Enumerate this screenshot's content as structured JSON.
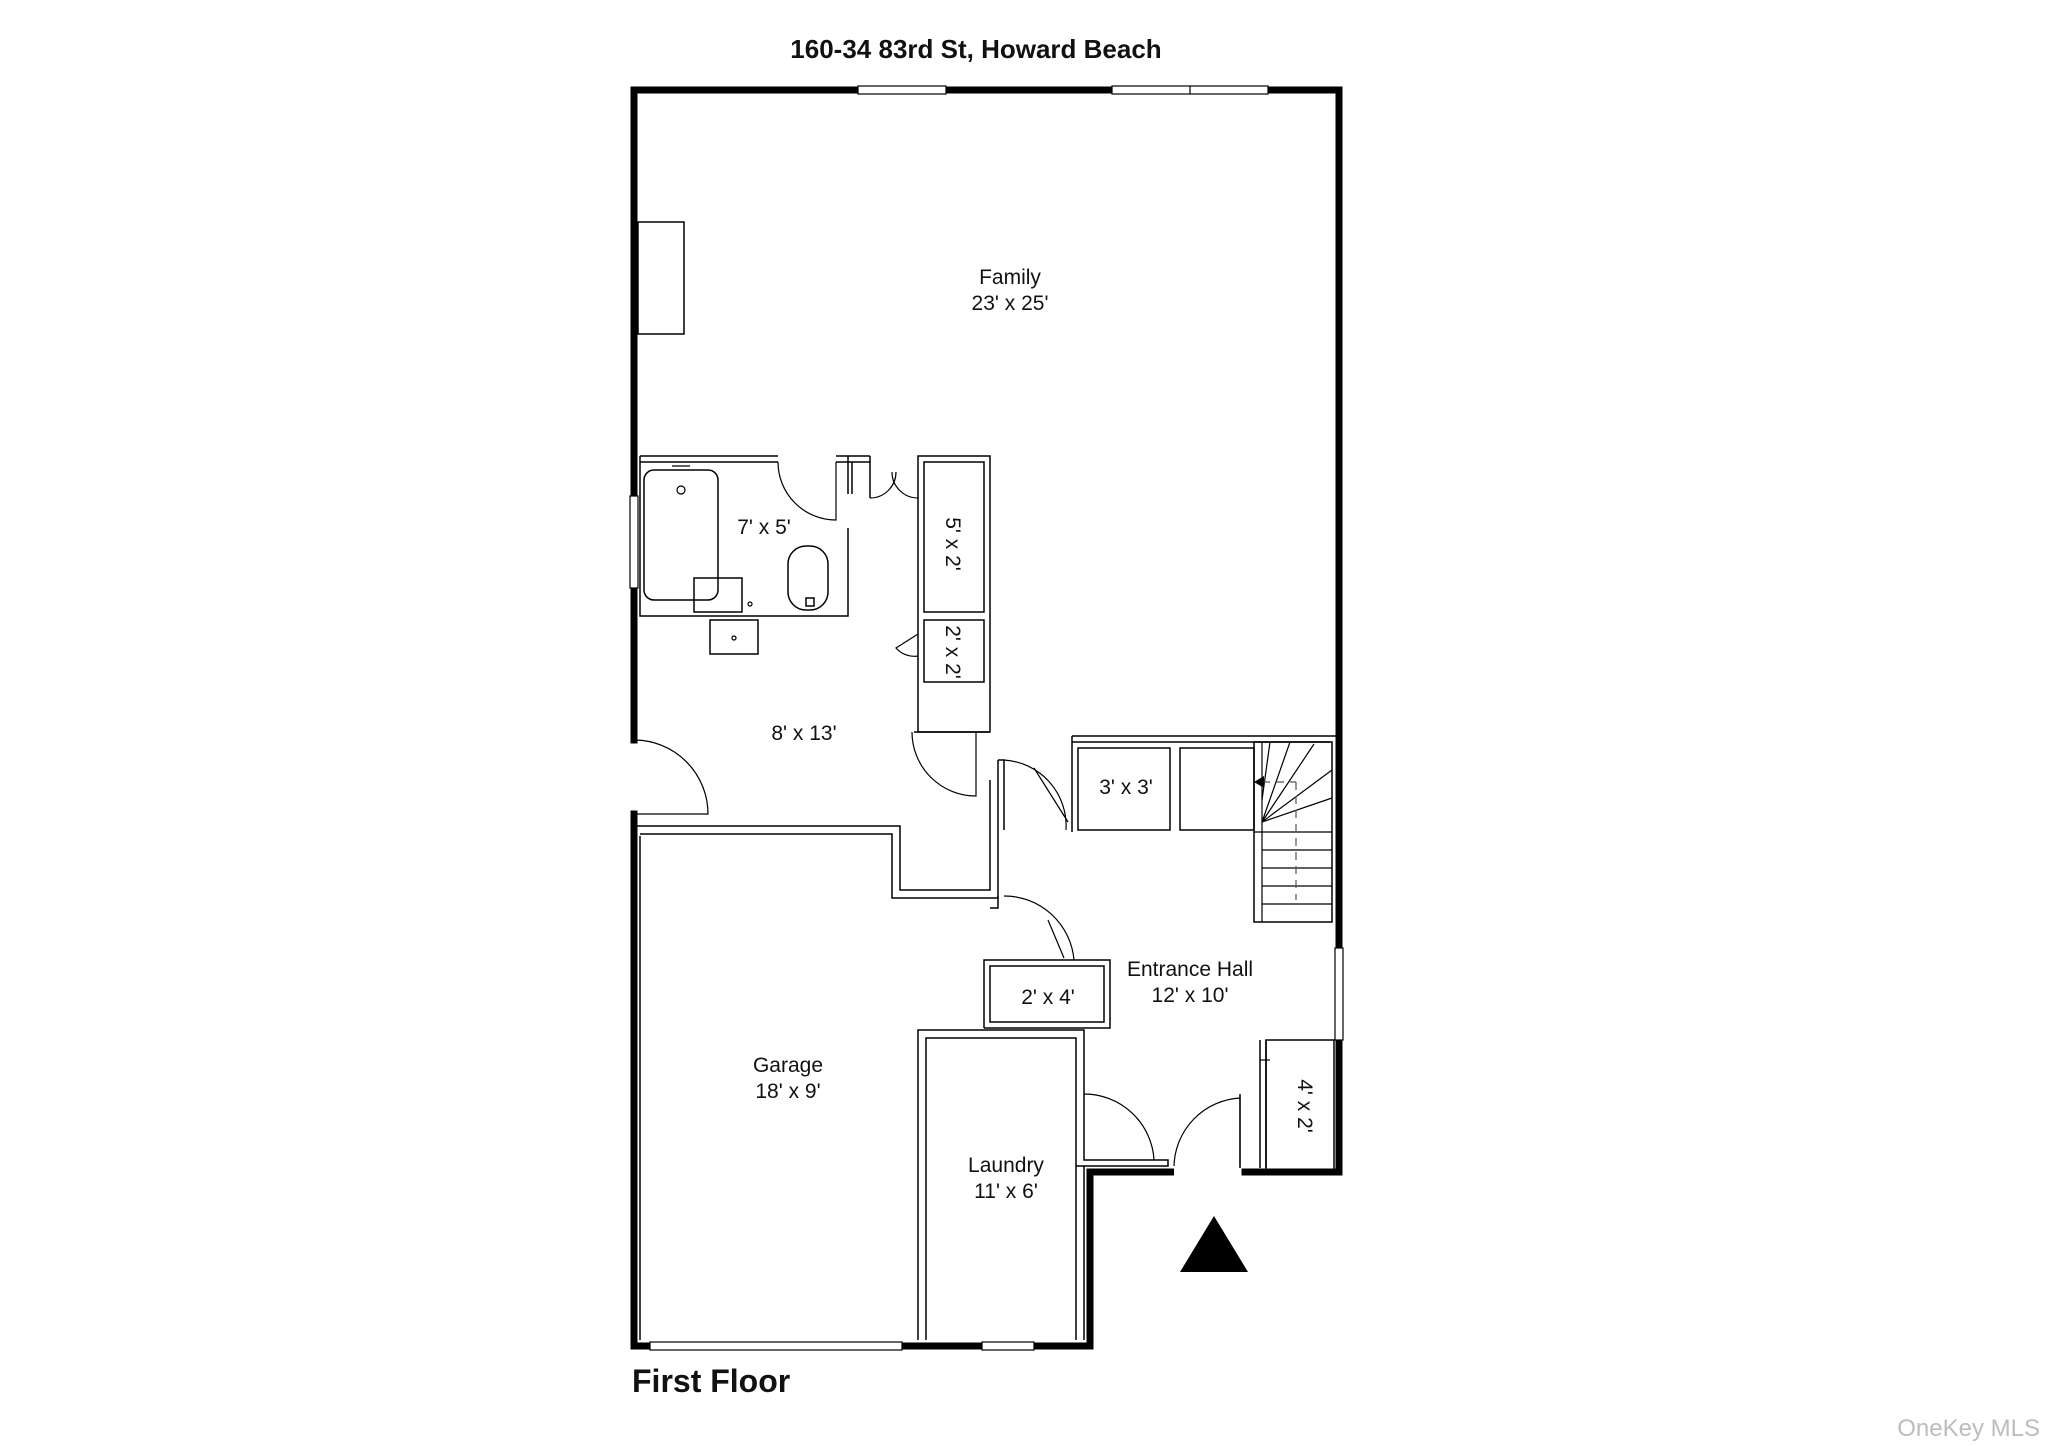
{
  "title": "160-34 83rd St, Howard Beach",
  "floor_label": "First Floor",
  "watermark": "OneKey MLS",
  "rooms": {
    "family": {
      "name": "Family",
      "size": "23' x 25'"
    },
    "bath": {
      "size": "7' x 5'"
    },
    "closet_a": {
      "size": "5' x 2'"
    },
    "closet_b": {
      "size": "2' x 2'"
    },
    "hall": {
      "size": "8' x 13'"
    },
    "closet_c": {
      "size": "3' x 3'"
    },
    "entrance": {
      "name": "Entrance Hall",
      "size": "12' x 10'"
    },
    "closet_d": {
      "size": "2' x 4'"
    },
    "garage": {
      "name": "Garage",
      "size": "18' x 9'"
    },
    "laundry": {
      "name": "Laundry",
      "size": "11' x 6'"
    },
    "closet_e": {
      "size": "4' x 2'"
    }
  }
}
